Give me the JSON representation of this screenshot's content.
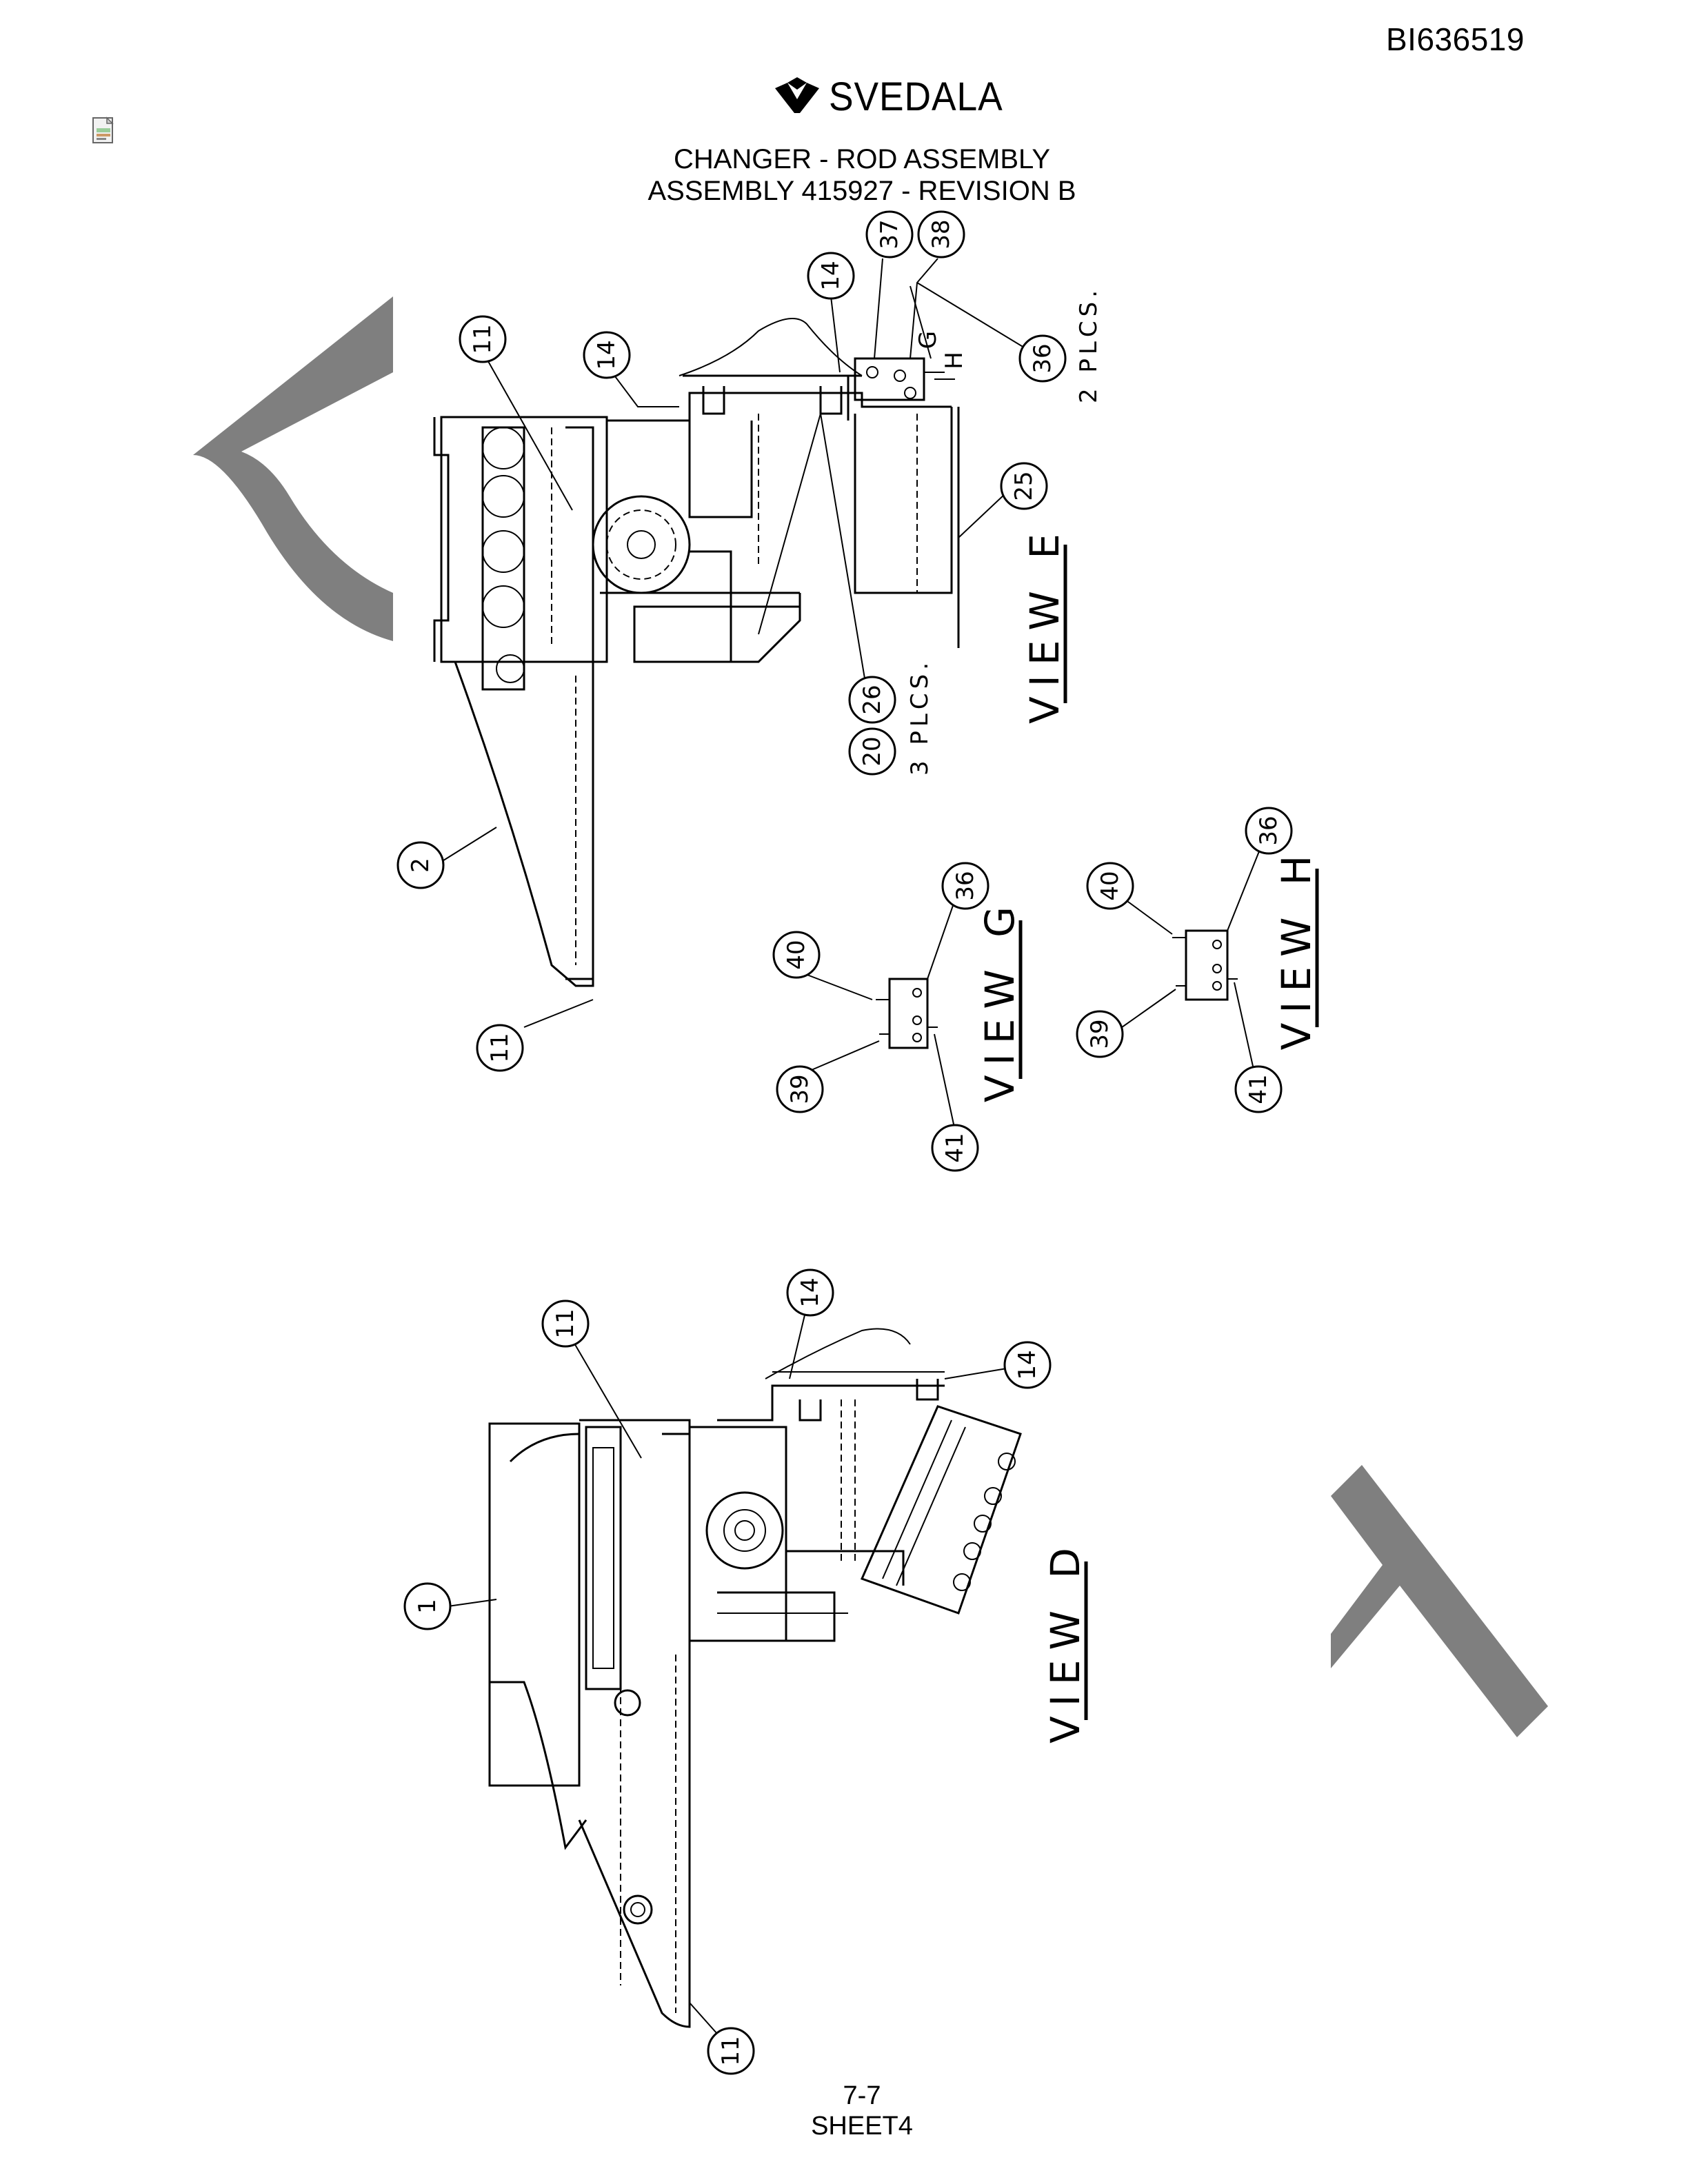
{
  "doc_id": "BI636519",
  "brand": {
    "name": "SVEDALA"
  },
  "title": {
    "line1": "CHANGER - ROD ASSEMBLY",
    "line2": "ASSEMBLY 415927 - REVISION B"
  },
  "views": {
    "e": "VIEW E",
    "g": "VIEW G",
    "h": "VIEW H",
    "d": "VIEW D"
  },
  "notes": {
    "two_places": "2 PLCS.",
    "three_places": "3 PLCS.",
    "arrow_g": "G",
    "arrow_h": "H"
  },
  "callouts": {
    "view_e": [
      "11",
      "14",
      "14",
      "37",
      "38",
      "36",
      "25",
      "26",
      "20",
      "2",
      "11"
    ],
    "view_g": [
      "40",
      "36",
      "39",
      "41"
    ],
    "view_h": [
      "40",
      "36",
      "39",
      "41"
    ],
    "view_d": [
      "11",
      "14",
      "14",
      "1",
      "11"
    ]
  },
  "footer": {
    "page": "7-7",
    "sheet": "SHEET4"
  },
  "colors": {
    "ink": "#000000",
    "watermark": "#7f7f7f",
    "paper": "#ffffff"
  }
}
